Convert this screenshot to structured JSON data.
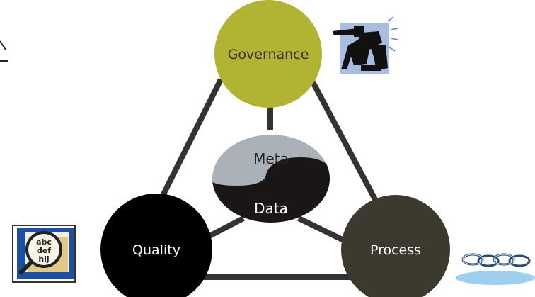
{
  "diagram": {
    "nodes": {
      "governance": {
        "label": "Governance",
        "fill": "#b1b432",
        "text_color": "#333333"
      },
      "quality": {
        "label": "Quality",
        "fill": "#000000",
        "text_color": "#ffffff"
      },
      "process": {
        "label": "Process",
        "fill": "#3c3a2e",
        "text_color": "#ffffff"
      }
    },
    "center": {
      "top_label": "Meta",
      "bottom_label": "Data",
      "top_fill": "#abb1b8",
      "bottom_fill": "#1a1616"
    },
    "edge_color": "#333333",
    "icons": {
      "governance": "businessman-pointing-icon",
      "quality": "magnifying-glass-letters-icon",
      "process": "chain-links-icon",
      "partial_glyph": "partial-character-glyph"
    }
  }
}
